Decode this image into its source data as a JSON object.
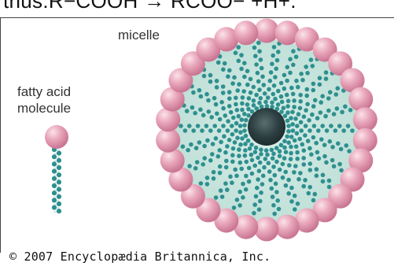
{
  "header_text": "thus:R−COOH → RCOO− +H+.",
  "labels": {
    "fatty_acid_line1": "fatty acid",
    "fatty_acid_line2": "molecule",
    "micelle": "micelle"
  },
  "copyright": "© 2007 Encyclopædia Britannica, Inc.",
  "colors": {
    "head_pink": "#e79bb3",
    "head_highlight": "#f8d6e1",
    "tail_teal": "#2f8f8f",
    "tail_light": "#cfe7e0",
    "core_dark": "#233539"
  }
}
